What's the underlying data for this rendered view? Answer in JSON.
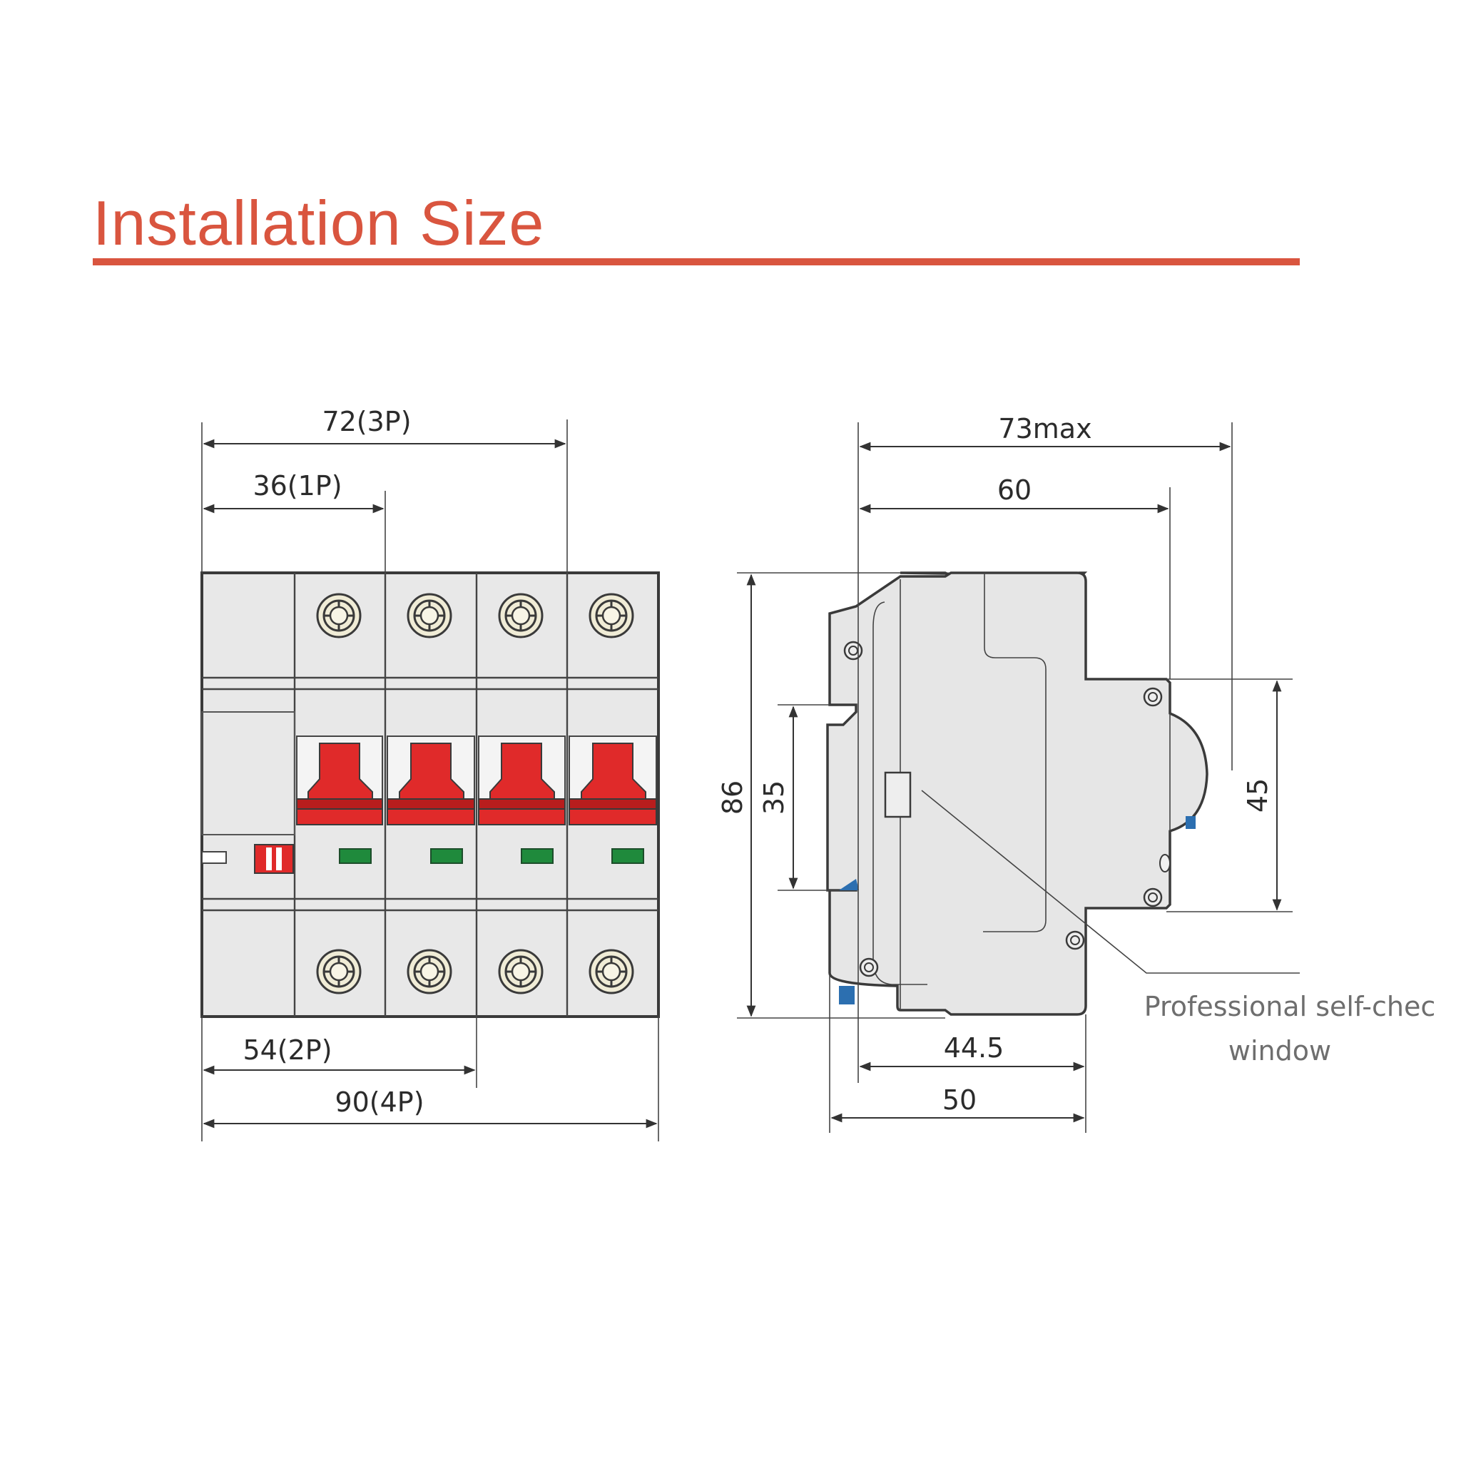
{
  "title": "Installation Size",
  "front_view": {
    "dims": {
      "top_3p": "72(3P)",
      "top_1p": "36(1P)",
      "bottom_2p": "54(2P)",
      "bottom_4p": "90(4P)"
    },
    "poles": 4
  },
  "side_view": {
    "dims": {
      "top_max": "73max",
      "top_depth": "60",
      "height_total": "86",
      "rail": "35",
      "front_height": "45",
      "bottom_a": "44.5",
      "bottom_b": "50"
    },
    "callout_line1": "Professional self-chec",
    "callout_line2": "window"
  },
  "colors": {
    "accent": "#d9553f",
    "handle": "#e02a2a",
    "indicator": "#1f8a3c",
    "rail_clip": "#2c6fb0",
    "body": "#e6e6e6"
  }
}
